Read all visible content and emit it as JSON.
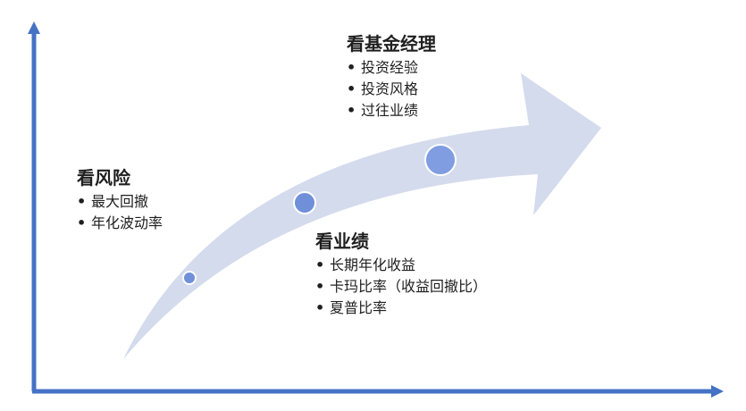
{
  "stages": [
    {
      "id": "risk",
      "title": "看风险",
      "items": [
        "最大回撤",
        "年化波动率"
      ]
    },
    {
      "id": "performance",
      "title": "看业绩",
      "items": [
        "长期年化收益",
        "卡玛比率（收益回撤比）",
        "夏普比率"
      ]
    },
    {
      "id": "manager",
      "title": "看基金经理",
      "items": [
        "投资经验",
        "投资风格",
        "过往业绩"
      ]
    }
  ],
  "colors": {
    "axis": "#4472c4",
    "arrow_fill": "#d4dbed",
    "dot_fill": "#6f8fd8",
    "dot_stroke": "#ffffff"
  }
}
